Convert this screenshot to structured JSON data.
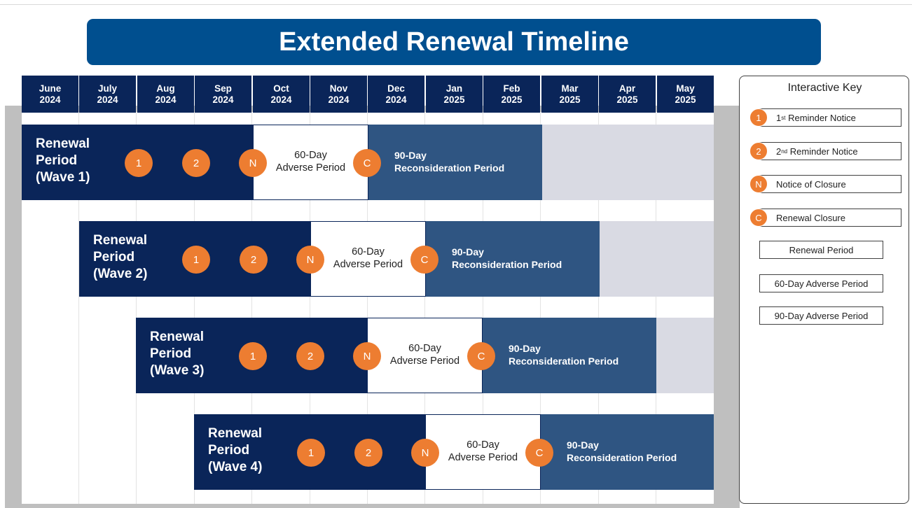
{
  "title": "Extended Renewal Timeline",
  "months": [
    {
      "month": "June",
      "year": "2024"
    },
    {
      "month": "July",
      "year": "2024"
    },
    {
      "month": "Aug",
      "year": "2024"
    },
    {
      "month": "Sep",
      "year": "2024"
    },
    {
      "month": "Oct",
      "year": "2024"
    },
    {
      "month": "Nov",
      "year": "2024"
    },
    {
      "month": "Dec",
      "year": "2024"
    },
    {
      "month": "Jan",
      "year": "2025"
    },
    {
      "month": "Feb",
      "year": "2025"
    },
    {
      "month": "Mar",
      "year": "2025"
    },
    {
      "month": "Apr",
      "year": "2025"
    },
    {
      "month": "May",
      "year": "2025"
    }
  ],
  "waves": [
    {
      "label": "Renewal\nPeriod\n(Wave 1)",
      "markers": [
        "1",
        "2",
        "N",
        "C"
      ],
      "adverse_label": "60-Day\nAdverse Period",
      "recon_label": "90-Day\nReconsideration Period"
    },
    {
      "label": "Renewal\nPeriod\n(Wave 2)",
      "markers": [
        "1",
        "2",
        "N",
        "C"
      ],
      "adverse_label": "60-Day\nAdverse Period",
      "recon_label": "90-Day\nReconsideration Period"
    },
    {
      "label": "Renewal\nPeriod\n(Wave 3)",
      "markers": [
        "1",
        "2",
        "N",
        "C"
      ],
      "adverse_label": "60-Day\nAdverse Period",
      "recon_label": "90-Day\nReconsideration Period"
    },
    {
      "label": "Renewal\nPeriod\n(Wave 4)",
      "markers": [
        "1",
        "2",
        "N",
        "C"
      ],
      "adverse_label": "60-Day\nAdverse Period",
      "recon_label": "90-Day\nReconsideration Period"
    }
  ],
  "key": {
    "title": "Interactive Key",
    "items": [
      {
        "symbol": "1",
        "label_main": "1",
        "label_sup": "st",
        "label_rest": " Reminder Notice"
      },
      {
        "symbol": "2",
        "label_main": "2",
        "label_sup": "nd",
        "label_rest": " Reminder Notice"
      },
      {
        "symbol": "N",
        "label": "Notice of Closure"
      },
      {
        "symbol": "C",
        "label": "Renewal Closure"
      },
      {
        "label": "Renewal Period"
      },
      {
        "label": "60-Day Adverse Period"
      },
      {
        "label": "90-Day Adverse Period"
      }
    ]
  },
  "colors": {
    "header_blue": "#004f8f",
    "navy": "#0a2559",
    "recon_blue": "#2f5582",
    "marker_orange": "#ed7d31",
    "empty_gray": "#d9dae3"
  }
}
